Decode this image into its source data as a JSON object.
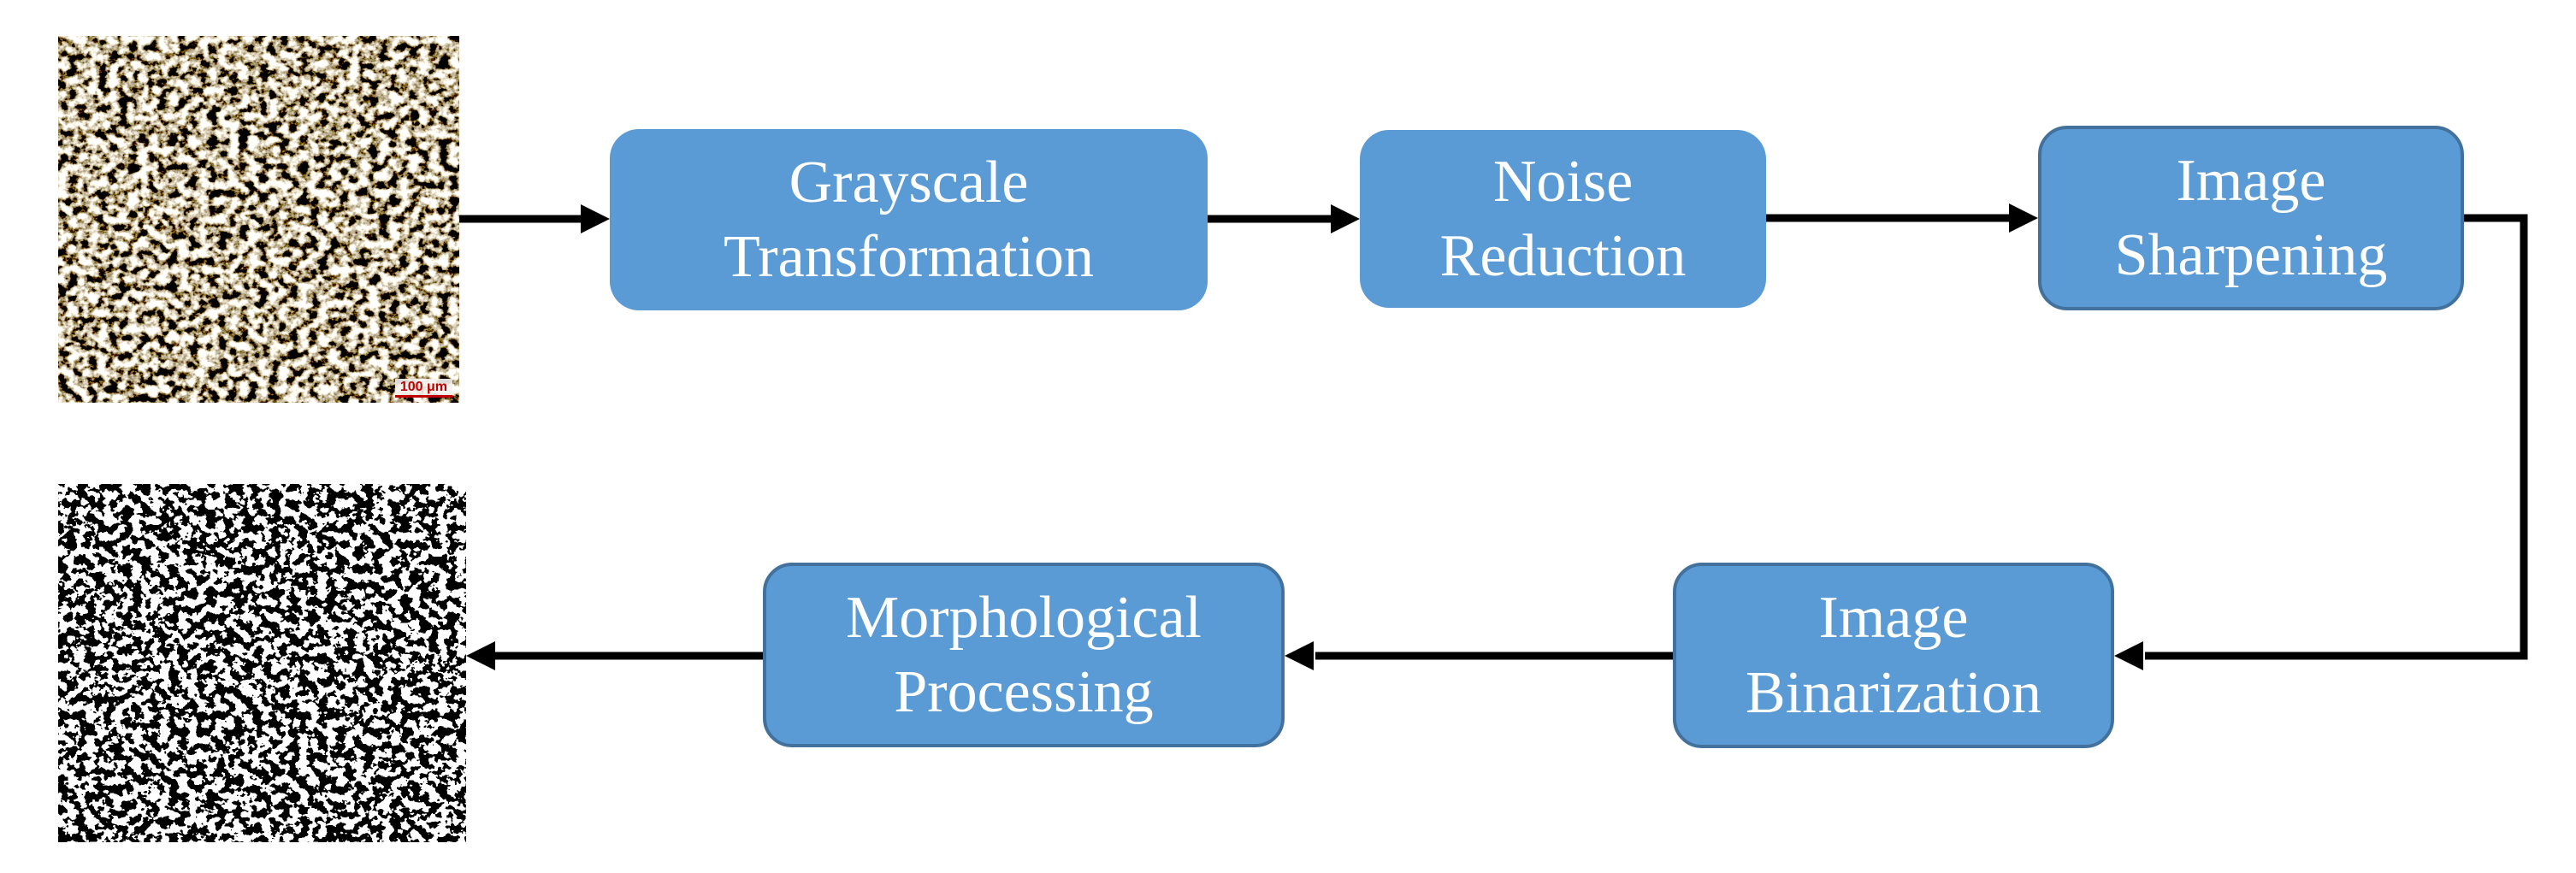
{
  "figure": {
    "type": "flowchart",
    "description": "Image processing pipeline from raw metallographic micrograph to morphologically processed binary image"
  },
  "colors": {
    "node_fill": "#5B9BD5",
    "node_border": "#41719C",
    "node_text": "#ffffff",
    "arrow": "#000000",
    "scale_marker_red": "#c00000",
    "background": "#ffffff"
  },
  "images": {
    "input": {
      "label": "input-metallographic-micrograph",
      "scale_label": "100 μm"
    },
    "output": {
      "label": "output-binarized-micrograph"
    }
  },
  "nodes": [
    {
      "id": "grayscale",
      "lines": [
        "Grayscale",
        "Transformation"
      ]
    },
    {
      "id": "noise",
      "lines": [
        "Noise",
        "Reduction"
      ]
    },
    {
      "id": "sharpen",
      "lines": [
        "Image",
        "Sharpening"
      ]
    },
    {
      "id": "binarize",
      "lines": [
        "Image",
        "Binarization"
      ]
    },
    {
      "id": "morph",
      "lines": [
        "Morphological",
        "Processing"
      ]
    }
  ]
}
